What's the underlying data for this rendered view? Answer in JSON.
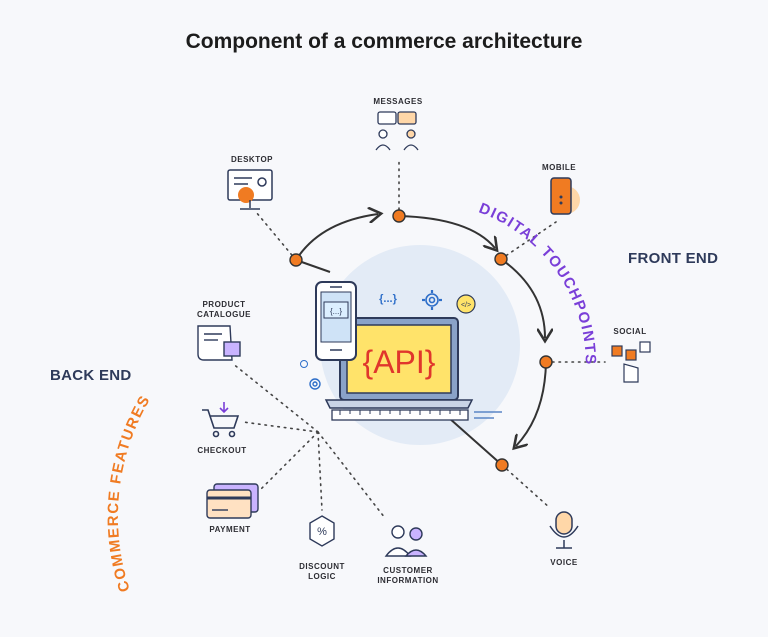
{
  "title": "Component of a commerce architecture",
  "sections": {
    "front_end": "FRONT END",
    "back_end": "BACK END",
    "digital_touchpoints": "DIGITAL TOUCHPOINTS",
    "commerce_features": "COMMERCE FEATURES"
  },
  "touchpoints": {
    "messages": "MESSAGES",
    "desktop": "DESKTOP",
    "mobile": "MOBILE",
    "social": "SOCIAL",
    "voice": "VOICE"
  },
  "features": {
    "product_catalogue_1": "PRODUCT",
    "product_catalogue_2": "CATALOGUE",
    "checkout": "CHECKOUT",
    "payment": "PAYMENT",
    "discount_logic_1": "DISCOUNT",
    "discount_logic_2": "LOGIC",
    "customer_information_1": "CUSTOMER",
    "customer_information_2": "INFORMATION"
  },
  "center": {
    "api": "{API}",
    "code_block": "{...}",
    "phone_code": "{...}"
  },
  "colors": {
    "accent_orange": "#f07b22",
    "accent_purple": "#7a3fd8",
    "navy": "#2e3a5a",
    "api_yellow": "#ffe36a",
    "circle_bg": "#e3ebf6"
  }
}
